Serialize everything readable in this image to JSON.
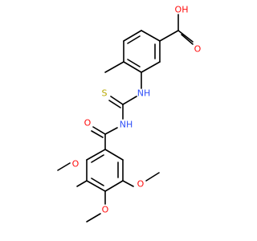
{
  "molecule": {
    "atoms": {
      "acid_oh": {
        "text": "OH",
        "color": "#ff0d0d"
      },
      "acid_o": {
        "text": "O",
        "color": "#ff0d0d"
      },
      "amine_nh_upper": {
        "text": "NH",
        "color": "#3050f8"
      },
      "thio_s": {
        "text": "S",
        "color": "#b8a800"
      },
      "amine_nh_lower": {
        "text": "NH",
        "color": "#3050f8"
      },
      "carbonyl_o": {
        "text": "O",
        "color": "#ff0d0d"
      },
      "methoxy_o_left": {
        "text": "O",
        "color": "#ff0d0d"
      },
      "methoxy_o_right": {
        "text": "O",
        "color": "#ff0d0d"
      },
      "methoxy_o_bottom": {
        "text": "O",
        "color": "#ff0d0d"
      }
    }
  }
}
